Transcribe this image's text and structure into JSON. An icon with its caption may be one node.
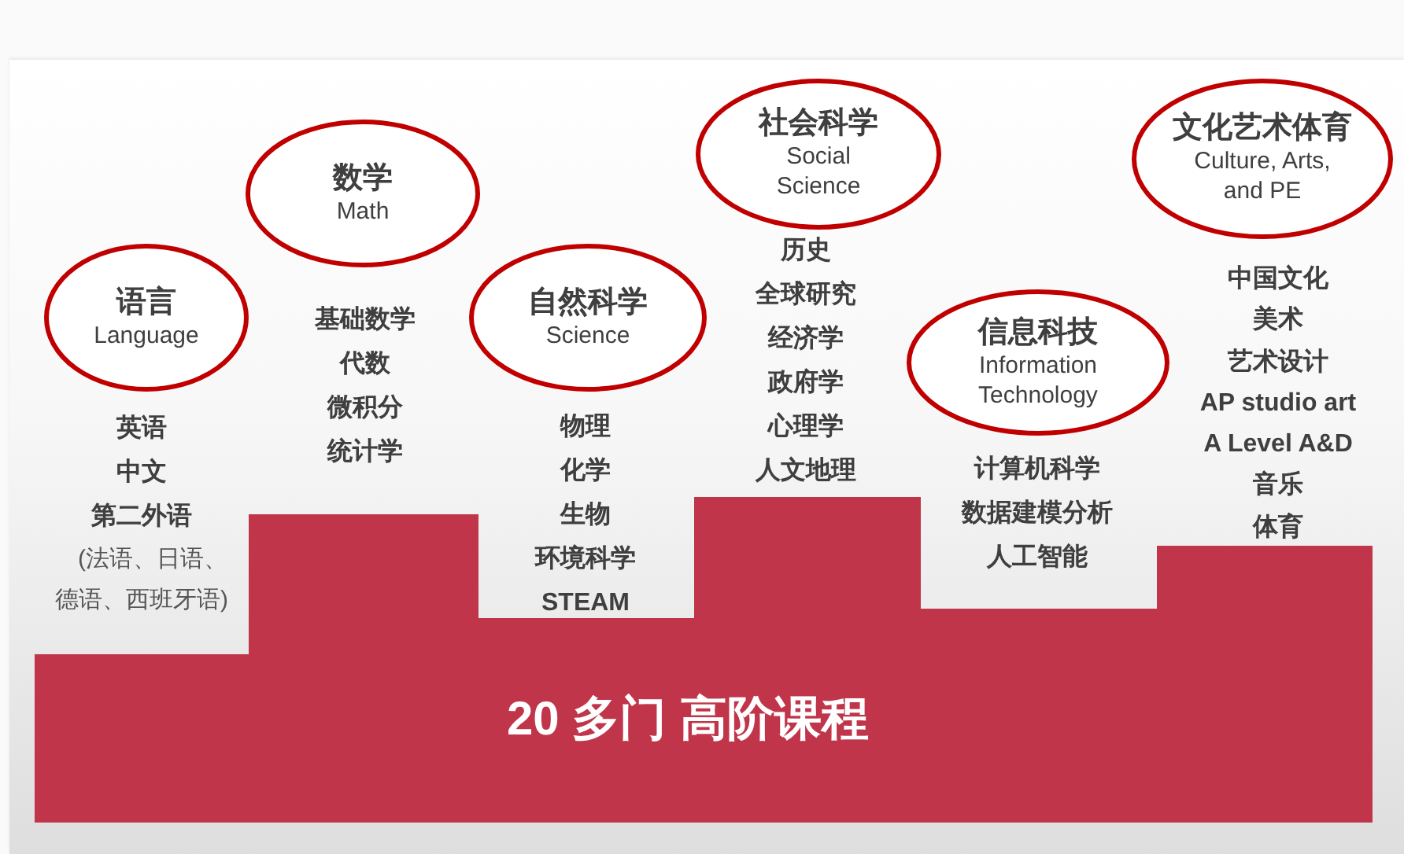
{
  "diagram": {
    "nodes": [
      {
        "text": [
          "语言",
          "Language"
        ]
      },
      {
        "text": [
          "数学",
          "Math"
        ]
      },
      {
        "text": [
          "自然科学",
          "Science"
        ]
      },
      {
        "text": [
          "社会科学",
          "Social Science"
        ]
      },
      {
        "text": [
          "信息科技",
          "Information Technology"
        ]
      },
      {
        "text": [
          "文化艺术体育",
          "Culture, Arts, and PE"
        ]
      },
      {
        "text": [
          "20 多门 高阶课程"
        ]
      }
    ],
    "labels": [
      "英语",
      "中文",
      "第二外语",
      "(法语、日语、德语、西班牙语)",
      "基础数学",
      "代数",
      "微积分",
      "统计学",
      "物理",
      "化学",
      "生物",
      "环境科学",
      "STEAM",
      "历史",
      "全球研究",
      "经济学",
      "政府学",
      "心理学",
      "人文地理",
      "计算机科学",
      "数据建模分析",
      "人工智能",
      "中国文化",
      "美术",
      "艺术设计",
      "AP studio art",
      "A Level A&D",
      "音乐",
      "体育"
    ]
  }
}
